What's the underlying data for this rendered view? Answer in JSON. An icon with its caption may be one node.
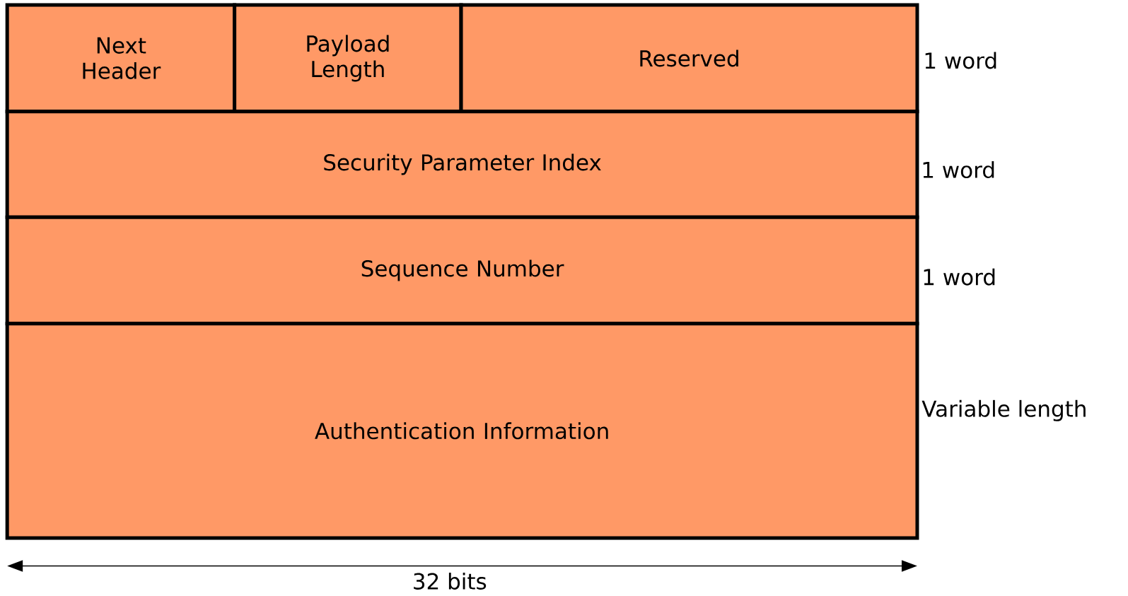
{
  "diagram": {
    "nodes": [
      {
        "text": [
          "Next Header"
        ]
      },
      {
        "text": [
          "Payload Length"
        ]
      },
      {
        "text": [
          "Reserved"
        ]
      },
      {
        "text": [
          "Security Parameter Index"
        ]
      },
      {
        "text": [
          "Sequence Number"
        ]
      },
      {
        "text": [
          "Authentication Information"
        ]
      }
    ],
    "labels": [
      "1 word",
      "1 word",
      "1 word",
      "Variable length",
      "32 bits"
    ]
  }
}
